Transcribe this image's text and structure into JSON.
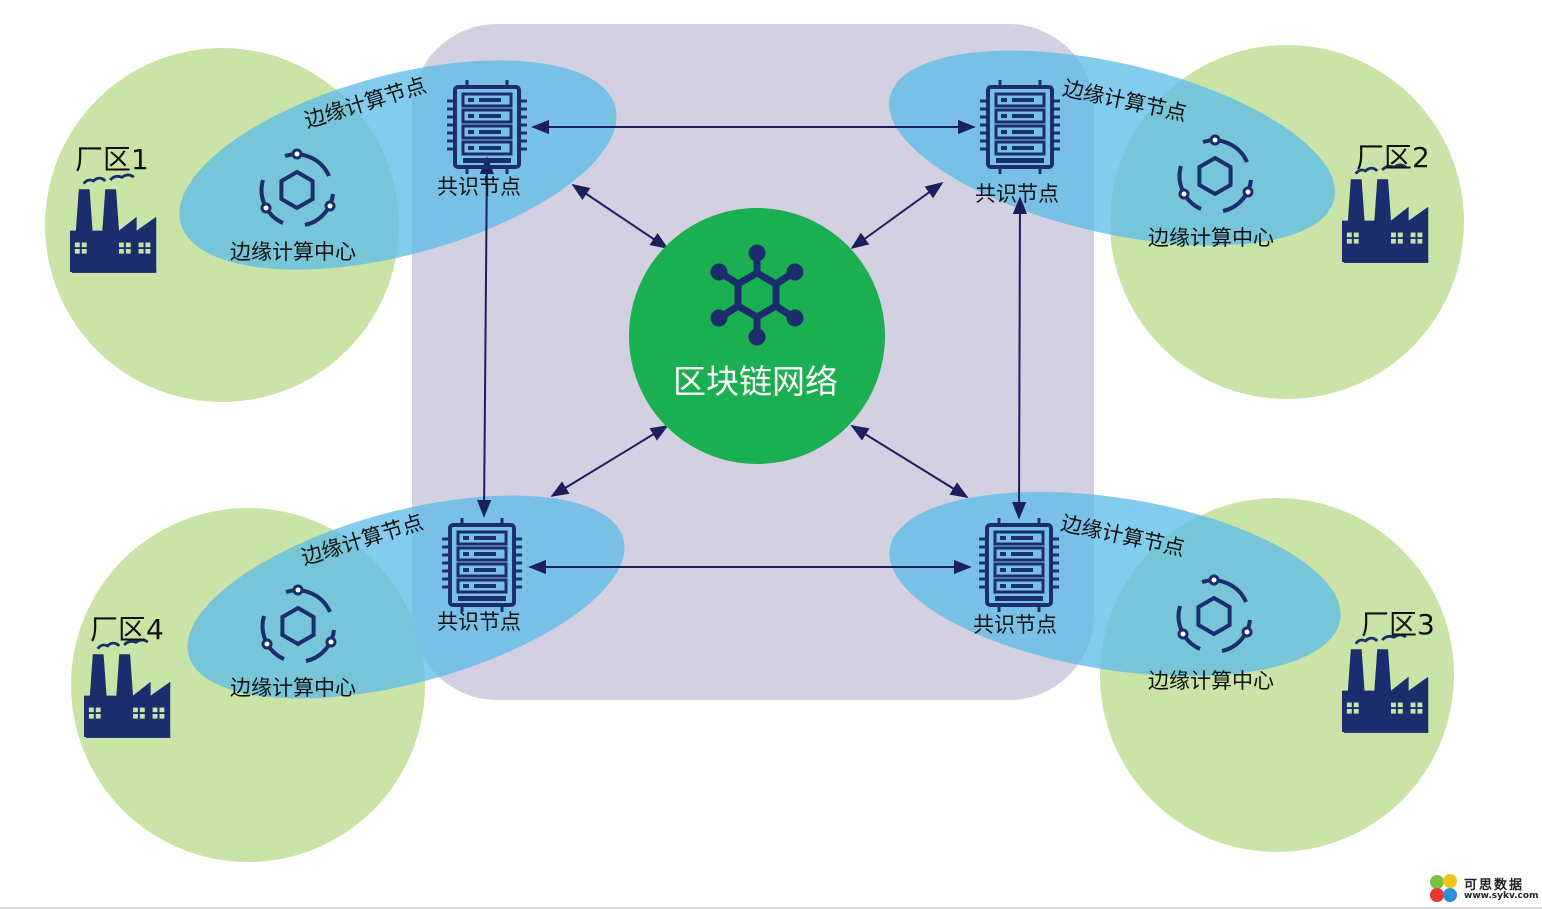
{
  "network_label": "区块链网络",
  "plants": [
    {
      "id": "1",
      "label": "厂区1",
      "node_label": "共识节点",
      "edge_label": "边缘计算节点",
      "center_label": "边缘计算中心"
    },
    {
      "id": "2",
      "label": "厂区2",
      "node_label": "共识节点",
      "edge_label": "边缘计算节点",
      "center_label": "边缘计算中心"
    },
    {
      "id": "3",
      "label": "厂区3",
      "node_label": "共识节点",
      "edge_label": "边缘计算节点",
      "center_label": "边缘计算中心"
    },
    {
      "id": "4",
      "label": "厂区4",
      "node_label": "共识节点",
      "edge_label": "边缘计算节点",
      "center_label": "边缘计算中心"
    }
  ],
  "colors": {
    "plant_area": "#c9e4a6",
    "blockchain_area": "#d3d0e1",
    "edge_ellipse": "#5bbbe8",
    "network_circle": "#1aaf50",
    "icon_navy": "#1c2d6e",
    "arrow": "#1c1f5e"
  },
  "icons": {
    "server": "server-rack-icon",
    "edge_center": "hexagon-cycle-icon",
    "factory": "factory-icon",
    "network": "network-hub-icon"
  },
  "watermark": {
    "name": "可思数据",
    "url": "www.sykv.com"
  }
}
